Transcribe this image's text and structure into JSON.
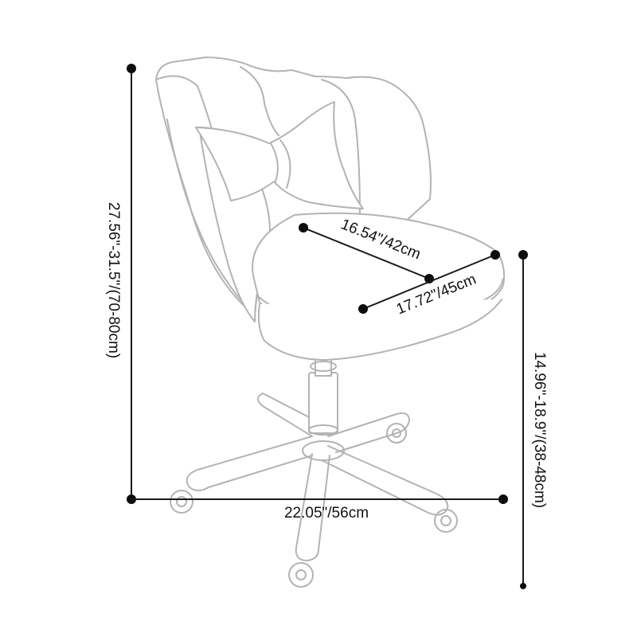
{
  "dimensions": {
    "total_height": "27.56\"-31.5\"/(70-80cm)",
    "seat_depth": "16.54\"/42cm",
    "seat_width": "17.72\"/45cm",
    "base_width": "22.05\"/56cm",
    "seat_height": "14.96\"-18.9\"/(38-48cm)"
  },
  "colors": {
    "sketch_line": "#b3b3b3",
    "dimension_line": "#1a1a1a",
    "text": "#111111"
  }
}
